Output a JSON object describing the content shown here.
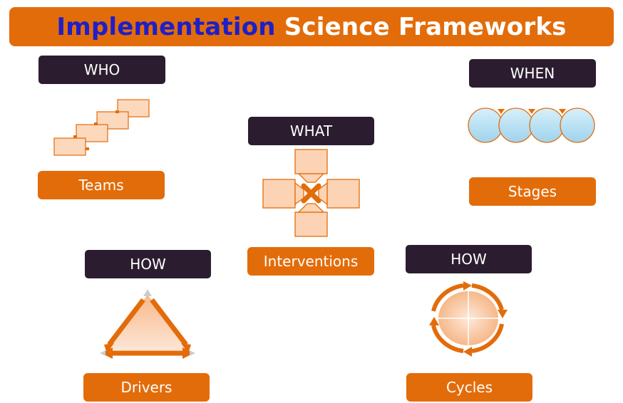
{
  "title": {
    "part1": "Implementation",
    "part2": "Science Frameworks"
  },
  "colors": {
    "accent": "#e36c0a",
    "dark": "#2b1d2f",
    "title_blue": "#1f1fc8",
    "light_orange": "#fbd5b5",
    "light_blue": "#a7d8f0"
  },
  "sections": {
    "who": {
      "question": "WHO",
      "label": "Teams",
      "icon": "stacked-panels-icon"
    },
    "what": {
      "question": "WHAT",
      "label": "Interventions",
      "icon": "converging-arrows-icon"
    },
    "when": {
      "question": "WHEN",
      "label": "Stages",
      "icon": "linked-circles-icon"
    },
    "how_drivers": {
      "question": "HOW",
      "label": "Drivers",
      "icon": "triangle-arrows-icon"
    },
    "how_cycles": {
      "question": "HOW",
      "label": "Cycles",
      "icon": "cycle-arrows-icon"
    }
  }
}
